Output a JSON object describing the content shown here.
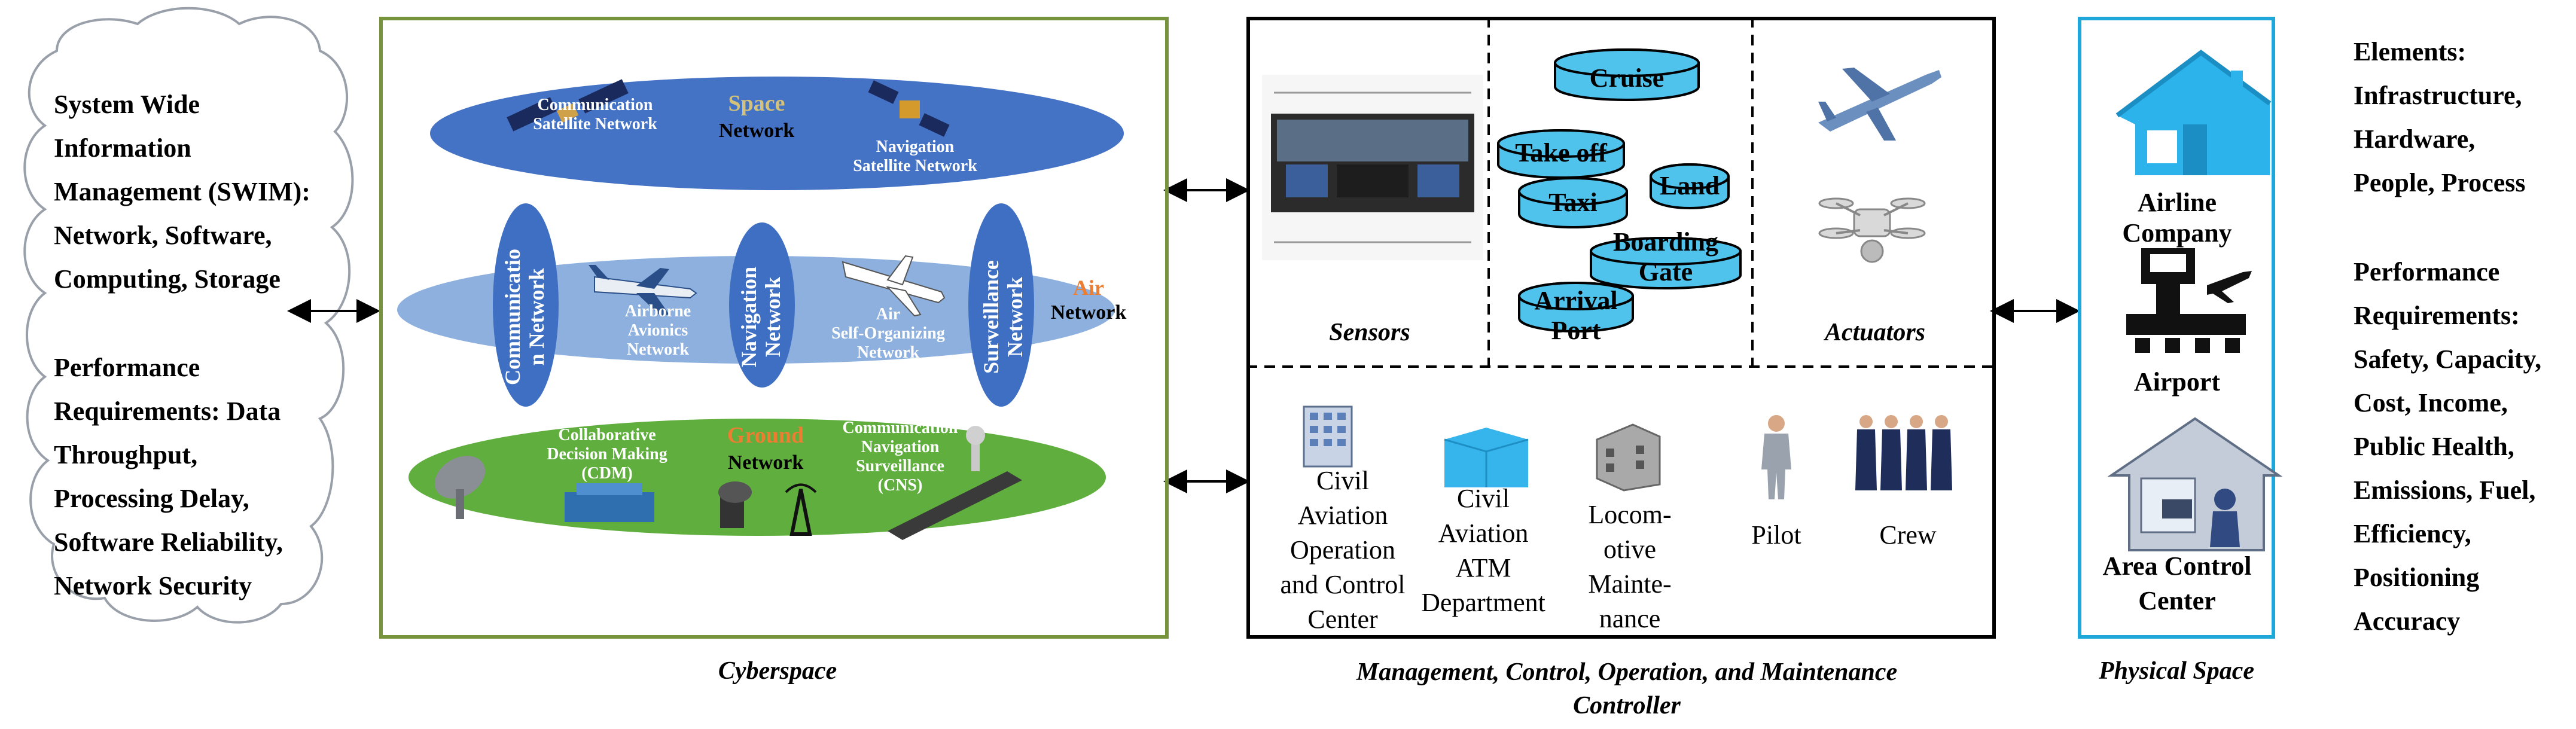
{
  "swim": {
    "lines": [
      "System Wide",
      "Information",
      "Management (SWIM):",
      "Network, Software,",
      "Computing, Storage"
    ],
    "perf_lines": [
      "Performance",
      "Requirements: Data",
      "Throughput,",
      "Processing Delay,",
      "Software Reliability,",
      "Network Security"
    ]
  },
  "cyberspace": {
    "caption": "Cyberspace",
    "space": {
      "title": "Space",
      "network": "Network",
      "comm_sat": [
        "Communication",
        "Satellite Network"
      ],
      "nav_sat": [
        "Navigation",
        "Satellite Network"
      ]
    },
    "air": {
      "title": "Air",
      "network": "Network",
      "avionics": [
        "Airborne",
        "Avionics",
        "Network"
      ],
      "self_org": [
        "Air",
        "Self-Organizing",
        "Network"
      ]
    },
    "ground": {
      "title": "Ground",
      "network": "Network",
      "cdm": [
        "Collaborative",
        "Decision Making",
        "(CDM)"
      ],
      "cns": [
        "Communication",
        "Navigation",
        "Surveillance",
        "(CNS)"
      ]
    },
    "pillars": {
      "communication": [
        "Communicatio",
        "n Network"
      ],
      "navigation": [
        "Navigation",
        "Network"
      ],
      "surveillance": [
        "Surveillance",
        "Network"
      ]
    }
  },
  "controller": {
    "caption": [
      "Management, Control, Operation, and Maintenance",
      "Controller"
    ],
    "sensors": "Sensors",
    "actuators": "Actuators",
    "phases": {
      "cruise": "Cruise",
      "takeoff": "Take off",
      "land": "Land",
      "taxi": "Taxi",
      "boarding": [
        "Boarding",
        "Gate"
      ],
      "arrival": [
        "Arrival",
        "Port"
      ]
    },
    "entities": {
      "civil_op": [
        "Civil",
        "Aviation",
        "Operation",
        "and Control",
        "Center"
      ],
      "civil_atm": [
        "Civil",
        "Aviation",
        "ATM",
        "Department"
      ],
      "loco": [
        "Locom-",
        "otive",
        "Mainte-",
        "nance"
      ],
      "pilot": "Pilot",
      "crew": "Crew"
    }
  },
  "physical": {
    "caption": "Physical Space",
    "airline": "Airline Company",
    "airport": "Airport",
    "acc": [
      "Area Control",
      "Center"
    ]
  },
  "right": {
    "elements": [
      "Elements:",
      "Infrastructure,",
      "Hardware,",
      "People, Process"
    ],
    "perf": [
      "Performance",
      "Requirements:",
      "Safety, Capacity,",
      "Cost, Income,",
      "Public Health,",
      "Emissions, Fuel,",
      "Efficiency,",
      "Positioning",
      "Accuracy"
    ]
  },
  "colors": {
    "cyber_border": "#77933c",
    "physical_border": "#1fa7d9",
    "space_ellipse": "#4472c4",
    "air_ellipse": "#7aa3d6",
    "ground_ellipse": "#70ad47",
    "pillar": "#3f6fc2",
    "cyl": "#4fc3ec",
    "house": "#29b1ea",
    "orange": "#ed7d31"
  }
}
